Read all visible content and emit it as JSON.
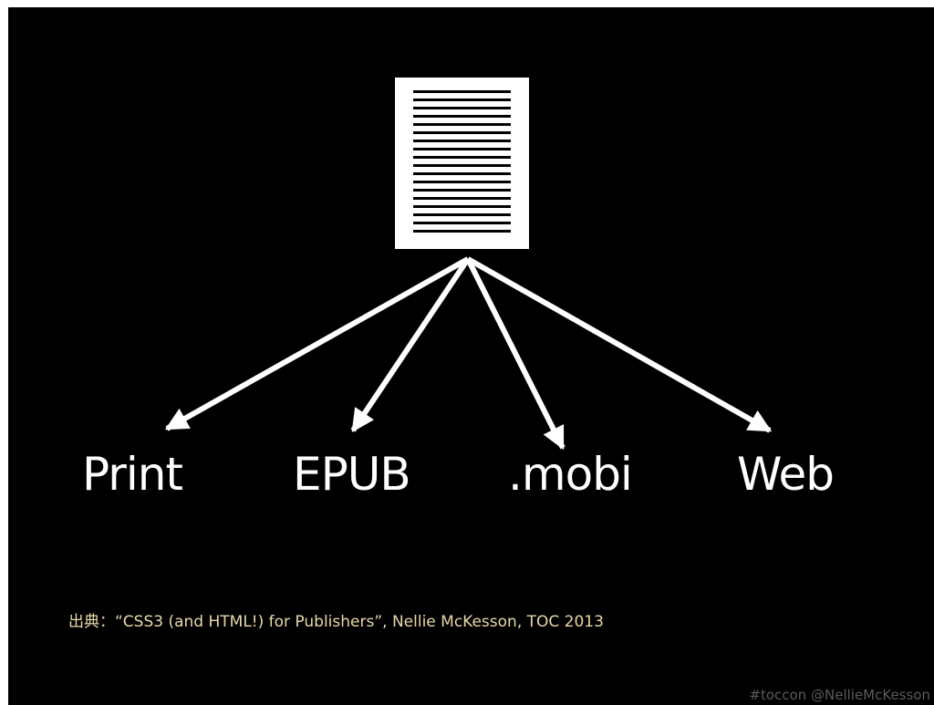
{
  "diagram": {
    "source_icon": "document-icon",
    "targets": [
      {
        "id": "print",
        "label": "Print"
      },
      {
        "id": "epub",
        "label": "EPUB"
      },
      {
        "id": "mobi",
        "label": ".mobi"
      },
      {
        "id": "web",
        "label": "Web"
      }
    ]
  },
  "citation": "出典：“CSS3 (and HTML!) for Publishers”, Nellie McKesson, TOC 2013",
  "footer": "#toccon @NellieMcKesson",
  "colors": {
    "background": "#000000",
    "foreground": "#ffffff",
    "citation": "#e7d9a8",
    "footer": "#5a5a5a"
  }
}
